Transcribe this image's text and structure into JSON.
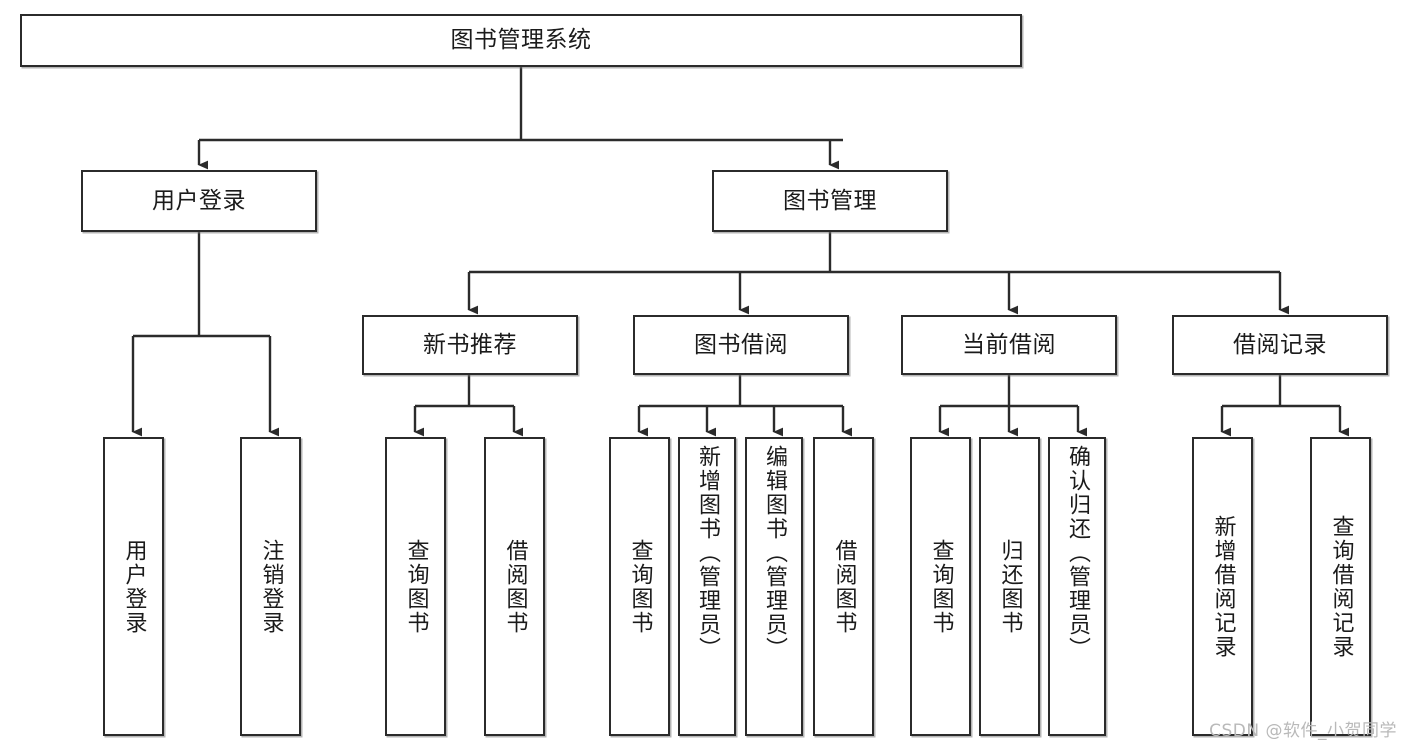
{
  "diagram": {
    "type": "tree",
    "title": "图书管理系统",
    "root": {
      "id": "root",
      "label": "图书管理系统"
    },
    "nodes": [
      {
        "id": "root",
        "label": "图书管理系统",
        "level": 0,
        "orientation": "horizontal",
        "parent": null
      },
      {
        "id": "user-login",
        "label": "用户登录",
        "level": 1,
        "orientation": "horizontal",
        "parent": "root"
      },
      {
        "id": "book-management",
        "label": "图书管理",
        "level": 1,
        "orientation": "horizontal",
        "parent": "root"
      },
      {
        "id": "new-book-rec",
        "label": "新书推荐",
        "level": 2,
        "orientation": "horizontal",
        "parent": "book-management"
      },
      {
        "id": "book-borrow",
        "label": "图书借阅",
        "level": 2,
        "orientation": "horizontal",
        "parent": "book-management"
      },
      {
        "id": "current-borrow",
        "label": "当前借阅",
        "level": 2,
        "orientation": "horizontal",
        "parent": "book-management"
      },
      {
        "id": "borrow-record",
        "label": "借阅记录",
        "level": 2,
        "orientation": "horizontal",
        "parent": "book-management"
      },
      {
        "id": "leaf-user-login",
        "label": "用户登录",
        "level": 2,
        "orientation": "vertical",
        "parent": "user-login"
      },
      {
        "id": "leaf-logout",
        "label": "注销登录",
        "level": 2,
        "orientation": "vertical",
        "parent": "user-login"
      },
      {
        "id": "leaf-rec-query",
        "label": "查询图书",
        "level": 3,
        "orientation": "vertical",
        "parent": "new-book-rec"
      },
      {
        "id": "leaf-rec-borrow",
        "label": "借阅图书",
        "level": 3,
        "orientation": "vertical",
        "parent": "new-book-rec"
      },
      {
        "id": "leaf-bb-query",
        "label": "查询图书",
        "level": 3,
        "orientation": "vertical",
        "parent": "book-borrow"
      },
      {
        "id": "leaf-bb-add",
        "label": "新增图书（管理员）",
        "level": 3,
        "orientation": "vertical",
        "parent": "book-borrow"
      },
      {
        "id": "leaf-bb-edit",
        "label": "编辑图书（管理员）",
        "level": 3,
        "orientation": "vertical",
        "parent": "book-borrow"
      },
      {
        "id": "leaf-bb-borrow",
        "label": "借阅图书",
        "level": 3,
        "orientation": "vertical",
        "parent": "book-borrow"
      },
      {
        "id": "leaf-cb-query",
        "label": "查询图书",
        "level": 3,
        "orientation": "vertical",
        "parent": "current-borrow"
      },
      {
        "id": "leaf-cb-return",
        "label": "归还图书",
        "level": 3,
        "orientation": "vertical",
        "parent": "current-borrow"
      },
      {
        "id": "leaf-cb-confirm",
        "label": "确认归还（管理员）",
        "level": 3,
        "orientation": "vertical",
        "parent": "current-borrow"
      },
      {
        "id": "leaf-br-add",
        "label": "新增借阅记录",
        "level": 3,
        "orientation": "vertical",
        "parent": "borrow-record"
      },
      {
        "id": "leaf-br-query",
        "label": "查询借阅记录",
        "level": 3,
        "orientation": "vertical",
        "parent": "borrow-record"
      }
    ],
    "colors": {
      "box_border": "#2b2b2b",
      "box_fill": "#ffffff",
      "connector": "#2b2b2b",
      "text": "#1b1b1b",
      "watermark": "#b9b9b9",
      "background": "#ffffff"
    }
  },
  "watermark": {
    "text": "CSDN @软件_小贺同学"
  }
}
